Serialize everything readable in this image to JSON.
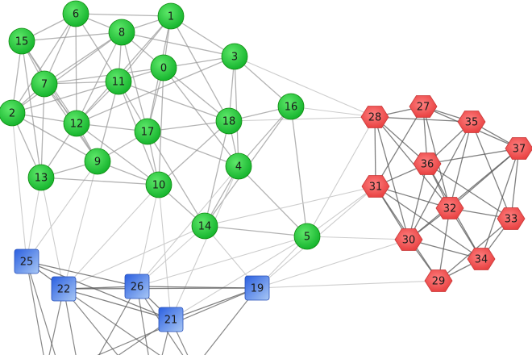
{
  "colors": {
    "group_green": "#22c83c",
    "group_blue": "#3f74e8",
    "group_red": "#f25454",
    "edge_light": "#c8c8c8",
    "edge_mid": "#9a9a9a",
    "edge_dark": "#555555"
  },
  "nodes": [
    {
      "id": "0",
      "group": "green"
    },
    {
      "id": "1",
      "group": "green"
    },
    {
      "id": "2",
      "group": "green"
    },
    {
      "id": "3",
      "group": "green"
    },
    {
      "id": "4",
      "group": "green"
    },
    {
      "id": "5",
      "group": "green"
    },
    {
      "id": "6",
      "group": "green"
    },
    {
      "id": "7",
      "group": "green"
    },
    {
      "id": "8",
      "group": "green"
    },
    {
      "id": "9",
      "group": "green"
    },
    {
      "id": "10",
      "group": "green"
    },
    {
      "id": "11",
      "group": "green"
    },
    {
      "id": "12",
      "group": "green"
    },
    {
      "id": "13",
      "group": "green"
    },
    {
      "id": "14",
      "group": "green"
    },
    {
      "id": "15",
      "group": "green"
    },
    {
      "id": "16",
      "group": "green"
    },
    {
      "id": "17",
      "group": "green"
    },
    {
      "id": "18",
      "group": "green"
    },
    {
      "id": "19",
      "group": "blue"
    },
    {
      "id": "21",
      "group": "blue"
    },
    {
      "id": "22",
      "group": "blue"
    },
    {
      "id": "25",
      "group": "blue"
    },
    {
      "id": "26",
      "group": "blue"
    },
    {
      "id": "27",
      "group": "red"
    },
    {
      "id": "28",
      "group": "red"
    },
    {
      "id": "29",
      "group": "red"
    },
    {
      "id": "30",
      "group": "red"
    },
    {
      "id": "31",
      "group": "red"
    },
    {
      "id": "32",
      "group": "red"
    },
    {
      "id": "33",
      "group": "red"
    },
    {
      "id": "34",
      "group": "red"
    },
    {
      "id": "35",
      "group": "red"
    },
    {
      "id": "36",
      "group": "red"
    },
    {
      "id": "37",
      "group": "red"
    }
  ],
  "edges": [
    [
      "6",
      "15"
    ],
    [
      "6",
      "8"
    ],
    [
      "6",
      "7"
    ],
    [
      "6",
      "12"
    ],
    [
      "6",
      "1"
    ],
    [
      "6",
      "11"
    ],
    [
      "6",
      "2"
    ],
    [
      "15",
      "7"
    ],
    [
      "15",
      "2"
    ],
    [
      "15",
      "12"
    ],
    [
      "15",
      "8"
    ],
    [
      "15",
      "13"
    ],
    [
      "15",
      "9"
    ],
    [
      "8",
      "1"
    ],
    [
      "8",
      "7"
    ],
    [
      "8",
      "11"
    ],
    [
      "8",
      "0"
    ],
    [
      "8",
      "3"
    ],
    [
      "8",
      "17"
    ],
    [
      "8",
      "2"
    ],
    [
      "8",
      "12"
    ],
    [
      "1",
      "0"
    ],
    [
      "1",
      "3"
    ],
    [
      "1",
      "18"
    ],
    [
      "1",
      "11"
    ],
    [
      "1",
      "17"
    ],
    [
      "1",
      "12"
    ],
    [
      "7",
      "2"
    ],
    [
      "7",
      "12"
    ],
    [
      "7",
      "11"
    ],
    [
      "7",
      "9"
    ],
    [
      "7",
      "13"
    ],
    [
      "7",
      "0"
    ],
    [
      "2",
      "12"
    ],
    [
      "2",
      "13"
    ],
    [
      "2",
      "9"
    ],
    [
      "2",
      "11"
    ],
    [
      "2",
      "25"
    ],
    [
      "12",
      "9"
    ],
    [
      "12",
      "13"
    ],
    [
      "12",
      "17"
    ],
    [
      "12",
      "11"
    ],
    [
      "12",
      "10"
    ],
    [
      "12",
      "3"
    ],
    [
      "11",
      "0"
    ],
    [
      "11",
      "17"
    ],
    [
      "11",
      "9"
    ],
    [
      "11",
      "10"
    ],
    [
      "11",
      "18"
    ],
    [
      "0",
      "3"
    ],
    [
      "0",
      "17"
    ],
    [
      "0",
      "18"
    ],
    [
      "0",
      "10"
    ],
    [
      "0",
      "4"
    ],
    [
      "3",
      "18"
    ],
    [
      "3",
      "16"
    ],
    [
      "3",
      "28"
    ],
    [
      "3",
      "4"
    ],
    [
      "17",
      "10"
    ],
    [
      "17",
      "18"
    ],
    [
      "17",
      "9"
    ],
    [
      "17",
      "4"
    ],
    [
      "17",
      "14"
    ],
    [
      "18",
      "16"
    ],
    [
      "18",
      "4"
    ],
    [
      "18",
      "14"
    ],
    [
      "18",
      "28"
    ],
    [
      "18",
      "10"
    ],
    [
      "16",
      "5"
    ],
    [
      "16",
      "28"
    ],
    [
      "16",
      "14"
    ],
    [
      "16",
      "4"
    ],
    [
      "9",
      "13"
    ],
    [
      "9",
      "10"
    ],
    [
      "9",
      "25"
    ],
    [
      "9",
      "22"
    ],
    [
      "13",
      "25"
    ],
    [
      "13",
      "22"
    ],
    [
      "13",
      "10"
    ],
    [
      "10",
      "14"
    ],
    [
      "10",
      "26"
    ],
    [
      "10",
      "21"
    ],
    [
      "10",
      "22"
    ],
    [
      "4",
      "14"
    ],
    [
      "4",
      "5"
    ],
    [
      "4",
      "26"
    ],
    [
      "4",
      "21"
    ],
    [
      "14",
      "5"
    ],
    [
      "14",
      "26"
    ],
    [
      "14",
      "19"
    ],
    [
      "14",
      "22"
    ],
    [
      "14",
      "31"
    ],
    [
      "5",
      "19"
    ],
    [
      "5",
      "26"
    ],
    [
      "5",
      "31"
    ],
    [
      "5",
      "28"
    ],
    [
      "5",
      "30"
    ],
    [
      "5",
      "21"
    ],
    [
      "25",
      "22"
    ],
    [
      "25",
      "26"
    ],
    [
      "25",
      "21"
    ],
    [
      "22",
      "26"
    ],
    [
      "22",
      "21"
    ],
    [
      "22",
      "19"
    ],
    [
      "26",
      "21"
    ],
    [
      "26",
      "19"
    ],
    [
      "21",
      "19"
    ],
    [
      "19",
      "29"
    ],
    [
      "19",
      "30"
    ],
    [
      "19",
      "31"
    ],
    [
      "28",
      "27"
    ],
    [
      "28",
      "36"
    ],
    [
      "28",
      "31"
    ],
    [
      "28",
      "35"
    ],
    [
      "28",
      "32"
    ],
    [
      "28",
      "30"
    ],
    [
      "27",
      "35"
    ],
    [
      "27",
      "36"
    ],
    [
      "27",
      "31"
    ],
    [
      "27",
      "37"
    ],
    [
      "27",
      "32"
    ],
    [
      "35",
      "37"
    ],
    [
      "35",
      "36"
    ],
    [
      "35",
      "32"
    ],
    [
      "35",
      "33"
    ],
    [
      "35",
      "30"
    ],
    [
      "36",
      "31"
    ],
    [
      "36",
      "32"
    ],
    [
      "36",
      "37"
    ],
    [
      "36",
      "30"
    ],
    [
      "36",
      "33"
    ],
    [
      "36",
      "34"
    ],
    [
      "37",
      "32"
    ],
    [
      "37",
      "33"
    ],
    [
      "37",
      "30"
    ],
    [
      "37",
      "34"
    ],
    [
      "31",
      "30"
    ],
    [
      "31",
      "32"
    ],
    [
      "31",
      "29"
    ],
    [
      "31",
      "34"
    ],
    [
      "32",
      "30"
    ],
    [
      "32",
      "33"
    ],
    [
      "32",
      "34"
    ],
    [
      "32",
      "29"
    ],
    [
      "33",
      "34"
    ],
    [
      "33",
      "29"
    ],
    [
      "30",
      "29"
    ],
    [
      "30",
      "34"
    ],
    [
      "34",
      "29"
    ]
  ]
}
